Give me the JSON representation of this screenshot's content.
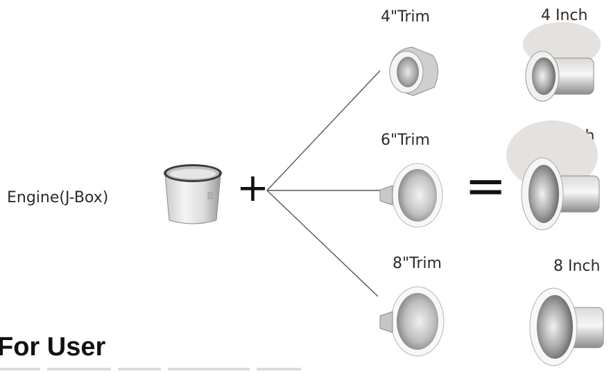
{
  "engine": {
    "label": "Engine(J-Box)",
    "icon": "junction-box-can-icon"
  },
  "operators": {
    "plus": "+",
    "equals": "="
  },
  "trims": [
    {
      "label": "4\"Trim",
      "icon": "4-inch-trim-icon"
    },
    {
      "label": "6\"Trim",
      "icon": "6-inch-trim-icon"
    },
    {
      "label": "8\"Trim",
      "icon": "8-inch-trim-icon"
    }
  ],
  "assemblies": [
    {
      "label": "4 Inch",
      "icon": "4-inch-downlight-icon"
    },
    {
      "label": "6 Inch",
      "icon": "6-inch-downlight-icon"
    },
    {
      "label": "8 Inch",
      "icon": "8-inch-downlight-icon"
    }
  ],
  "section": {
    "heading": "For User"
  },
  "colors": {
    "halo": "#e4e1de",
    "metal_light": "#f2f2f2",
    "metal_mid": "#bdbdbd",
    "metal_dark": "#7a7a7a",
    "line": "#555555"
  }
}
